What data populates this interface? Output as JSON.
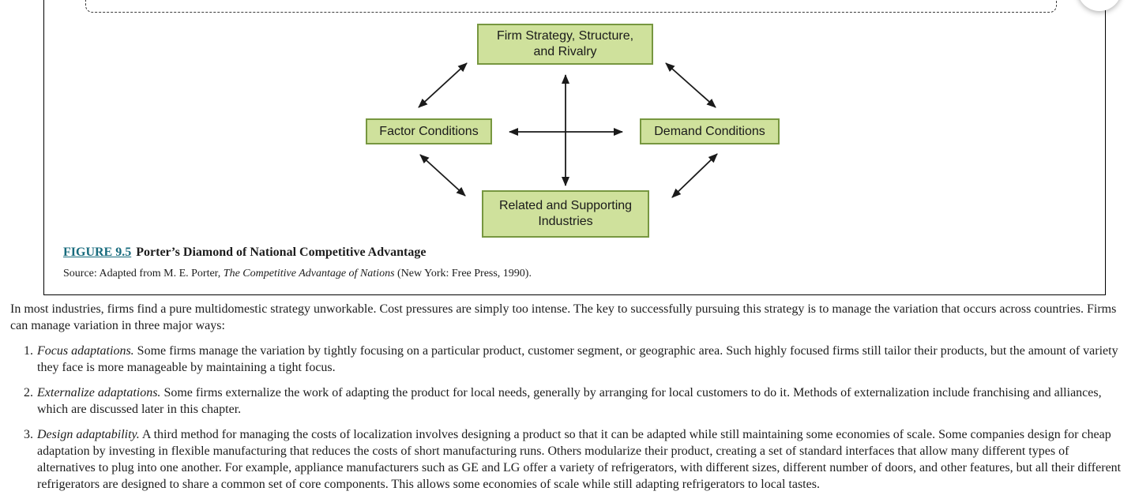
{
  "colors": {
    "diagram_box_fill": "#cfe19c",
    "diagram_box_border": "#779740",
    "figure_link": "#186b7d",
    "text": "#1c1c1c"
  },
  "figure": {
    "diagram": {
      "top_box": {
        "line1": "Firm Strategy, Structure,",
        "line2": "and Rivalry"
      },
      "left_box": {
        "line1": "Factor Conditions"
      },
      "right_box": {
        "line1": "Demand Conditions"
      },
      "bottom_box": {
        "line1": "Related and Supporting",
        "line2": "Industries"
      }
    },
    "caption": {
      "label": "FIGURE 9.5",
      "title": "Porter’s Diamond of National Competitive Advantage"
    },
    "source": {
      "prefix": "Source: Adapted from M. E. Porter, ",
      "book_title": "The Competitive Advantage of Nations",
      "suffix": " (New York: Free Press, 1990)."
    }
  },
  "body": {
    "intro": "In most industries, firms find a pure multidomestic strategy unworkable. Cost pressures are simply too intense. The key to successfully pursuing this strategy is to manage the variation that occurs across countries. Firms can manage variation in three major ways:",
    "list": [
      {
        "number": "1.",
        "lead": "Focus adaptations.",
        "text": " Some firms manage the variation by tightly focusing on a particular product, customer segment, or geographic area. Such highly focused firms still tailor their products, but the amount of variety they face is more manageable by maintaining a tight focus."
      },
      {
        "number": "2.",
        "lead": "Externalize adaptations.",
        "text": " Some firms externalize the work of adapting the product for local needs, generally by arranging for local customers to do it. Methods of externalization include franchising and alliances, which are discussed later in this chapter."
      },
      {
        "number": "3.",
        "lead": "Design adaptability.",
        "text": " A third method for managing the costs of localization involves designing a product so that it can be adapted while still maintaining some economies of scale. Some companies design for cheap adaptation by investing in flexible manufacturing that reduces the costs of short manufacturing runs. Others modularize their product, creating a set of standard interfaces that allow many different types of alternatives to plug into one another. For example, appliance manufacturers such as GE and LG offer a variety of refrigerators, with different sizes, different number of doors, and other features, but all their different refrigerators are designed to share a common set of core components. This allows some economies of scale while still adapting refrigerators to local tastes."
      }
    ]
  }
}
